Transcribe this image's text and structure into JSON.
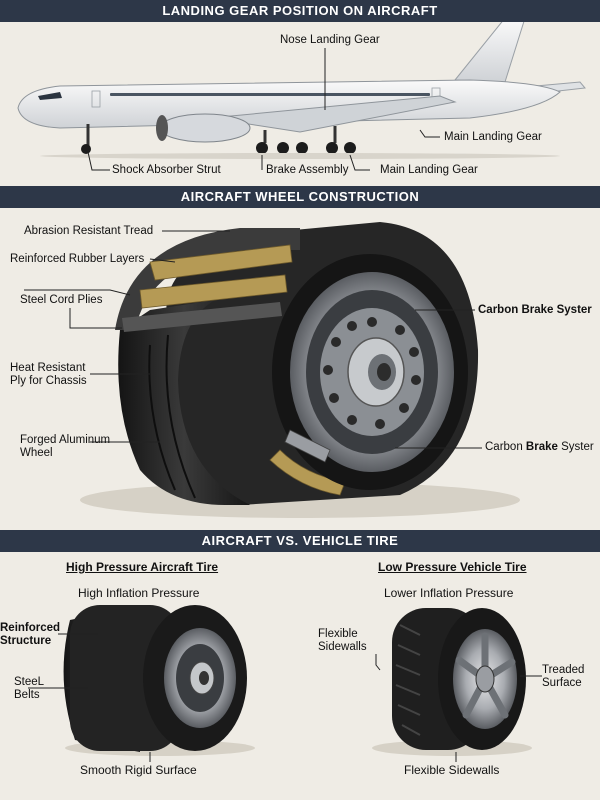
{
  "sections": {
    "landing_gear": "LANDING GEAR POSITION ON AIRCRAFT",
    "wheel_construction": "AIRCRAFT WHEEL CONSTRUCTION",
    "comparison": "AIRCRAFT VS. VEHICLE TIRE"
  },
  "aircraft_labels": {
    "nose": "Nose Landing Gear",
    "main_right": "Main Landing Gear",
    "shock": "Shock Absorber Strut",
    "brake": "Brake Assembly",
    "main_bottom": "Main Landing Gear"
  },
  "wheel_labels": {
    "tread": "Abrasion Resistant Tread",
    "rubber": "Reinforced Rubber Layers",
    "plies": "Steel Cord Plies",
    "heat_1": "Heat Resistant",
    "heat_2": "Ply for Chassis",
    "forged_1": "Forged Aluminum",
    "forged_2": "Wheel",
    "brake_top": "Carbon Brake Syster",
    "brake_bottom_a": "Carbon ",
    "brake_bottom_b": "Brake",
    "brake_bottom_c": " Syster"
  },
  "comparison": {
    "left_title": "High Pressure Aircraft Tire",
    "left_sub": "High Inflation Pressure",
    "left_reinforced_1": "Reinforced",
    "left_reinforced_2": "Structure",
    "left_steel_1": "SteeL",
    "left_steel_2": "Belts",
    "left_bottom": "Smooth Rigid Surface",
    "right_title": "Low Pressure Vehicle Tire",
    "right_sub": "Lower Inflation Pressure",
    "right_flexible_1": "Flexible",
    "right_flexible_2": "Sidewalls",
    "right_treaded_1": "Treaded",
    "right_treaded_2": "Surface",
    "right_bottom": "Flexible Sidewalls"
  },
  "colors": {
    "banner": "#2d3748",
    "tire": "#1f1f1f",
    "rim": "#b9bcc0",
    "brass": "#b59a55",
    "fuselage": "#f4f4f4"
  }
}
